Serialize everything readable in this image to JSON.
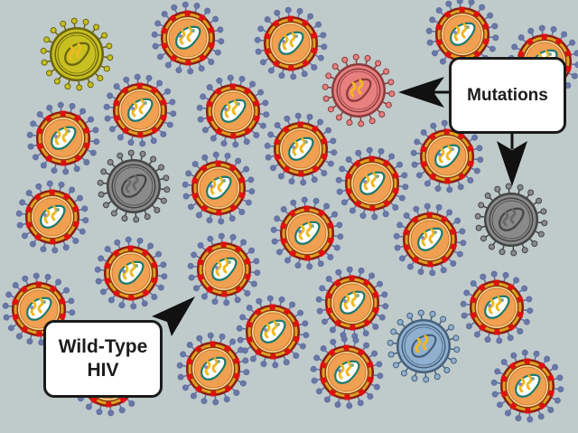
{
  "labels": {
    "mutations": "Mutations",
    "wild_type_line1": "Wild-Type",
    "wild_type_line2": "HIV"
  },
  "colors": {
    "background": "#bfcaca",
    "wild_type": "#f0a050",
    "mutant_yellow": "#c8c020",
    "mutant_pink": "#e88080",
    "mutant_gray": "#8a8a8a",
    "mutant_blue": "#8fb0d0"
  },
  "virus_types": {
    "wild": "wild-type",
    "yellow": "mutant-yellow",
    "pink": "mutant-pink",
    "gray": "mutant-gray",
    "blue": "mutant-blue"
  }
}
